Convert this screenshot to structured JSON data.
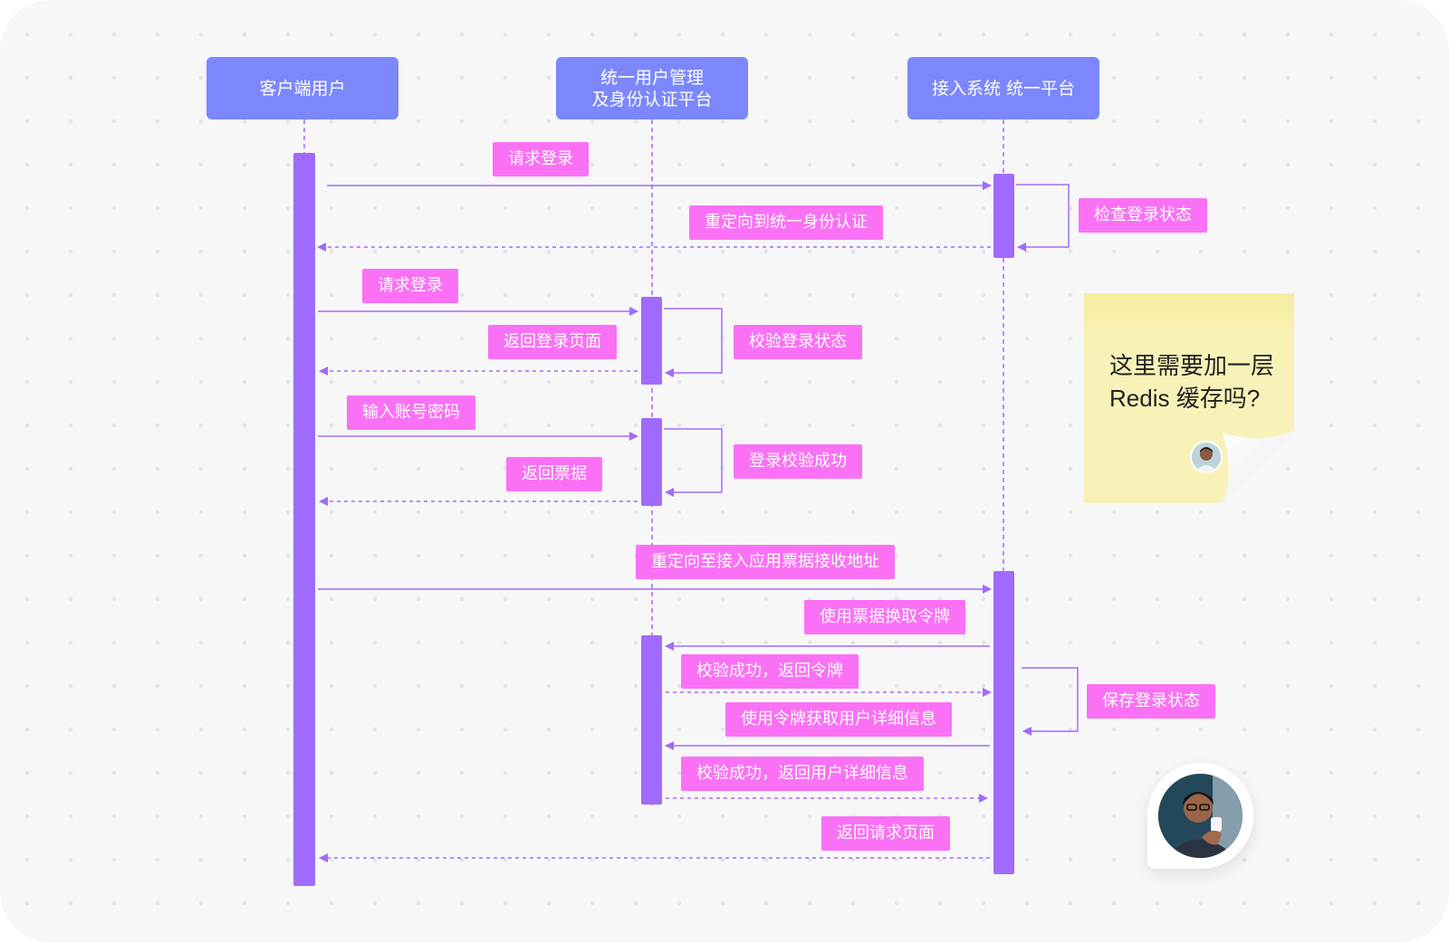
{
  "actors": {
    "client": {
      "label": "客户端用户"
    },
    "auth": {
      "line1": "统一用户管理",
      "line2": "及身份认证平台"
    },
    "platform": {
      "label": "接入系统 统一平台"
    }
  },
  "messages": [
    "请求登录",
    "重定向到统一身份认证",
    "检查登录状态",
    "请求登录",
    "返回登录页面",
    "校验登录状态",
    "输入账号密码",
    "返回票据",
    "登录校验成功",
    "重定向至接入应用票据接收地址",
    "使用票据换取令牌",
    "校验成功，返回令牌",
    "保存登录状态",
    "使用令牌获取用户详细信息",
    "校验成功，返回用户详细信息",
    "返回请求页面"
  ],
  "sticky_note": {
    "line1": "这里需要加一层",
    "line2": "Redis 缓存吗?"
  },
  "colors": {
    "actor": "#7b87fb",
    "label": "#fb71f5",
    "activation": "#a06bfc",
    "arrow": "#a06bfc",
    "sticky": "#f8f2b9"
  },
  "icons": {
    "avatar_small": "user-avatar-icon",
    "avatar_large": "user-avatar-icon"
  }
}
